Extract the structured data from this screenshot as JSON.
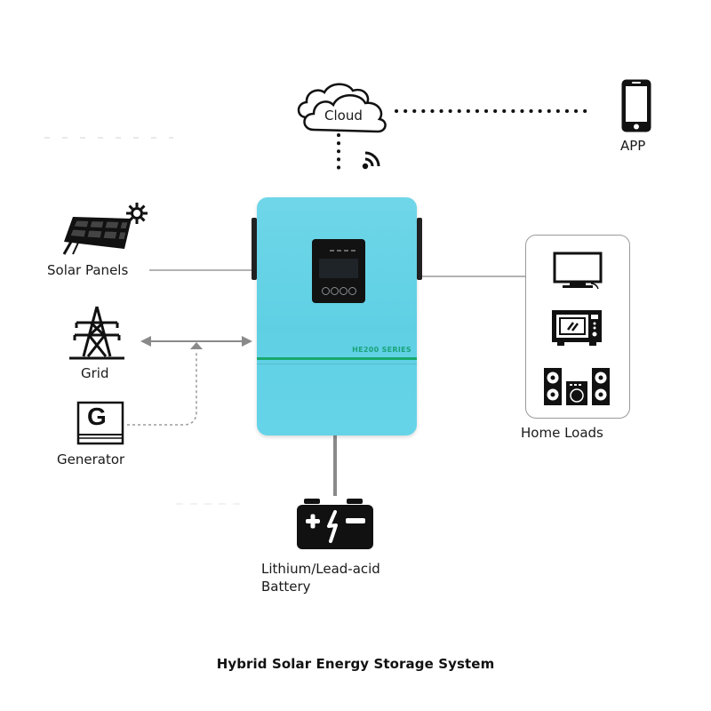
{
  "diagram": {
    "title": "Hybrid Solar Energy Storage System",
    "colors": {
      "inverter_body": "#62d2e6",
      "inverter_stripe": "#18a86e",
      "series_text": "#1aa37a",
      "connector_line": "#999999",
      "icon": "#111111"
    },
    "nodes": {
      "cloud": {
        "label": "Cloud",
        "icon": "cloud-icon"
      },
      "app": {
        "label": "APP",
        "icon": "smartphone-icon"
      },
      "wifi": {
        "icon": "wifi-signal-icon"
      },
      "solar": {
        "label": "Solar Panels",
        "icon": "solar-panel-icon",
        "secondary_icon": "sun-icon"
      },
      "grid": {
        "label": "Grid",
        "icon": "power-tower-icon"
      },
      "generator": {
        "label": "Generator",
        "icon": "generator-icon",
        "icon_letter": "G"
      },
      "inverter": {
        "series_label": "HE200 SERIES",
        "buttons": 4,
        "leds": 4
      },
      "home_loads": {
        "label": "Home Loads",
        "icons": [
          "tv-icon",
          "microwave-icon",
          "speakers-icon"
        ]
      },
      "battery": {
        "label_line1": "Lithium/Lead-acid",
        "label_line2": "Battery",
        "icon": "battery-icon",
        "symbols": [
          "+",
          "-"
        ]
      }
    },
    "connections": [
      {
        "from": "cloud",
        "to": "app",
        "style": "dotted"
      },
      {
        "from": "cloud",
        "to": "inverter",
        "style": "dotted"
      },
      {
        "from": "solar",
        "to": "inverter",
        "style": "solid"
      },
      {
        "from": "grid",
        "to": "inverter",
        "style": "solid-bidirectional-arrow"
      },
      {
        "from": "generator",
        "to": "grid-line",
        "style": "dashed"
      },
      {
        "from": "inverter",
        "to": "home_loads",
        "style": "solid"
      },
      {
        "from": "inverter",
        "to": "battery",
        "style": "solid"
      }
    ]
  }
}
